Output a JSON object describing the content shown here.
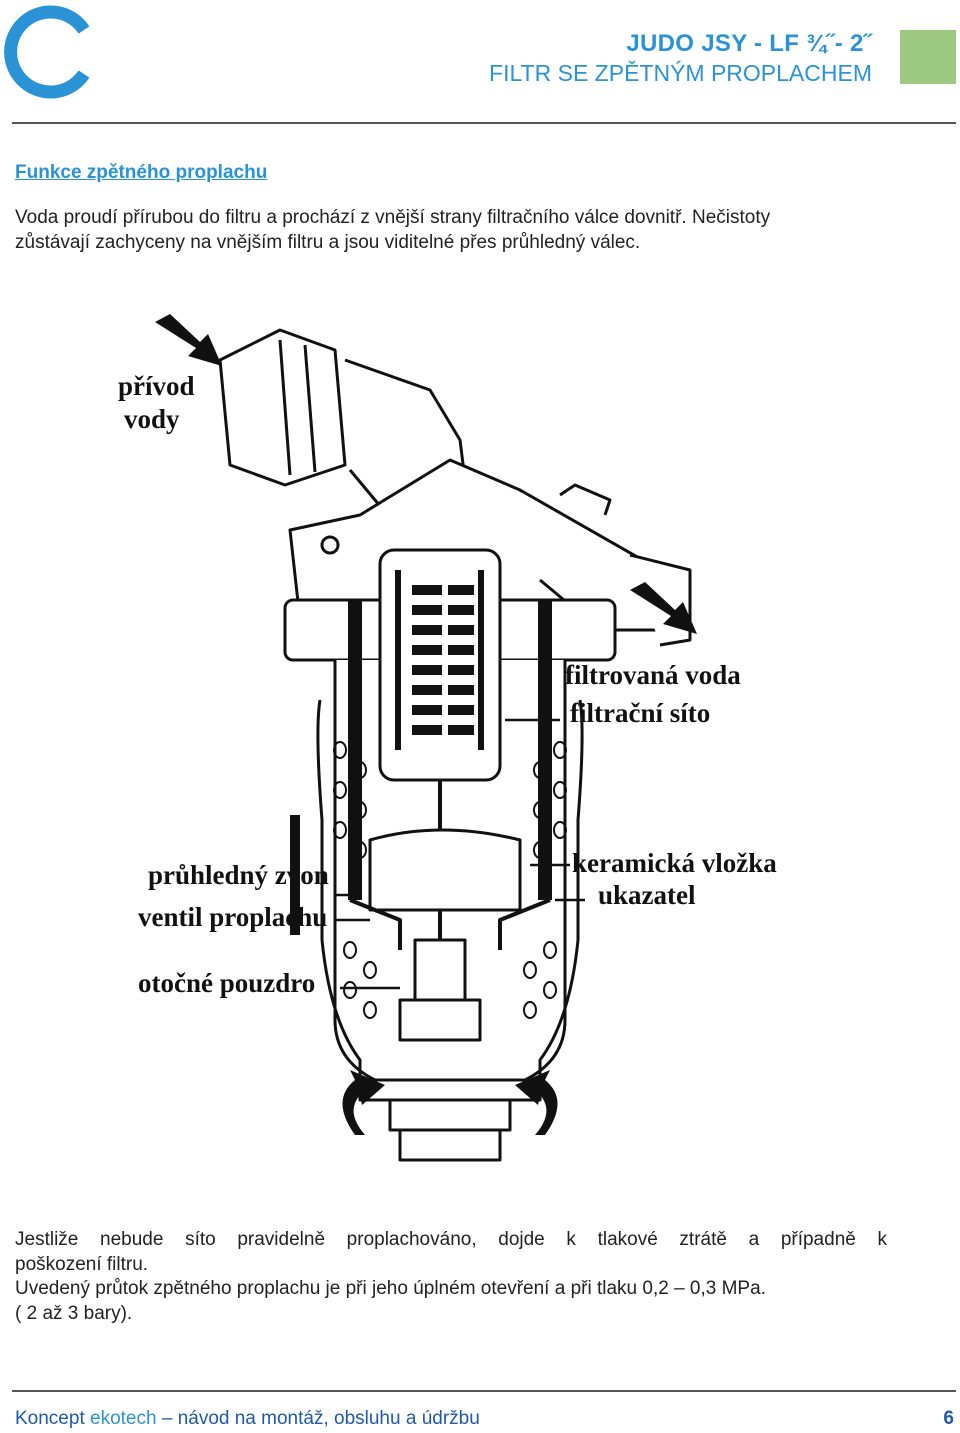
{
  "header": {
    "title": "JUDO  JSY - LF  ¾˝- 2˝",
    "subtitle": "FILTR SE ZPĚTNÝM PROPLACHEM"
  },
  "section": {
    "heading": "Funkce zpětného proplachu",
    "intro_line1": "Voda proudí přírubou do filtru a prochází z vnější strany filtračního válce dovnitř. Nečistoty",
    "intro_line2": "zůstávají zachyceny na vnějším filtru a jsou viditelné přes průhledný válec."
  },
  "diagram": {
    "labels": {
      "privod_1": "přívod",
      "privod_2": "vody",
      "filtrovana_voda": "filtrovaná voda",
      "filtracni_sito": "filtrační síto",
      "keramicka_vlozka": "keramická vložka",
      "ukazatel": "ukazatel",
      "pruhledny_zvon": "průhledný zvon",
      "ventil_proplachu": "ventil proplachu",
      "otocne_pouzdro": "otočné pouzdro"
    }
  },
  "body": {
    "line1": "Jestliže nebude síto pravidelně proplachováno, dojde k tlakové ztrátě a případně k",
    "line2": "poškození filtru.",
    "line3": "Uvedený  průtok zpětného proplachu je při jeho úplném  otevření a při tlaku 0,2 – 0,3 MPa.",
    "line4": "( 2 až 3 bary)."
  },
  "footer": {
    "concept": "Koncept",
    "brand": "ekotech",
    "rest": "– návod na montáž, obsluhu a údržbu",
    "page": "6"
  },
  "colors": {
    "accent_blue": "#2a93d5",
    "footer_blue": "#1e5aa8",
    "green_square": "#9dc87f"
  }
}
